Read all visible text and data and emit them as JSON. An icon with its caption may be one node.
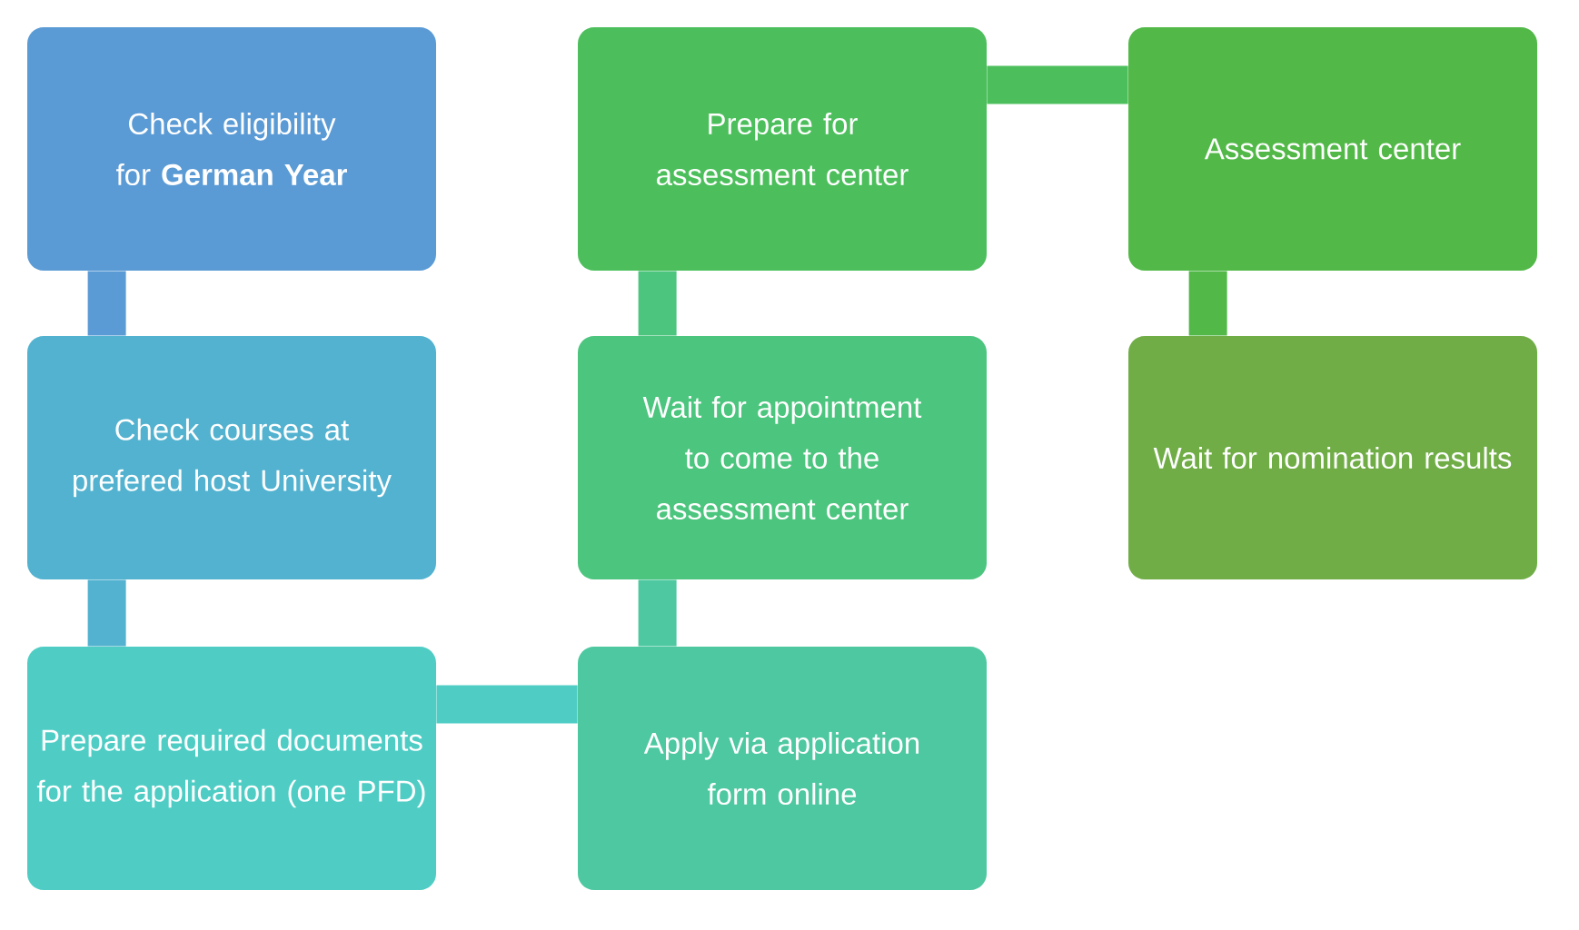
{
  "diagram": {
    "nodes": [
      {
        "text": [
          "Check eligibility for **German Year**"
        ]
      },
      {
        "text": [
          "Check courses at prefered host University"
        ]
      },
      {
        "text": [
          "Prepare required documents for the application (one PFD)"
        ]
      },
      {
        "text": [
          "Apply via application form online"
        ]
      },
      {
        "text": [
          "Wait for appointment to come to the assessment center"
        ]
      },
      {
        "text": [
          "Prepare for assessment center"
        ]
      },
      {
        "text": [
          "Assessment center"
        ]
      },
      {
        "text": [
          "Wait for nomination results"
        ]
      }
    ],
    "edges": [
      {
        "from": 0,
        "to": 1,
        "arrow": "none",
        "color": "#5b9bd5"
      },
      {
        "from": 1,
        "to": 2,
        "arrow": "none",
        "color": "#52b2cf"
      },
      {
        "from": 2,
        "to": 3,
        "arrow": "none",
        "color": "#4fcdc5"
      },
      {
        "from": 3,
        "to": 4,
        "arrow": "none",
        "color": "#4dc8a0"
      },
      {
        "from": 4,
        "to": 5,
        "arrow": "none",
        "color": "#4cc57e"
      },
      {
        "from": 5,
        "to": 6,
        "arrow": "none",
        "color": "#4cbf5c"
      },
      {
        "from": 6,
        "to": 7,
        "arrow": "none",
        "color": "#52b948"
      }
    ]
  }
}
